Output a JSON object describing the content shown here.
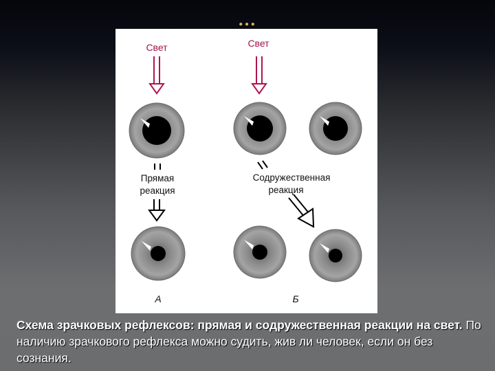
{
  "slide": {
    "title": "…"
  },
  "diagram": {
    "light_label_a": "Свет",
    "light_label_b": "Свет",
    "direct_reaction_line1": "Прямая",
    "direct_reaction_line2": "реакция",
    "consensual_reaction_line1": "Содружественная",
    "consensual_reaction_line2": "реакция",
    "panel_a_label": "А",
    "panel_b_label": "Б",
    "colors": {
      "arrow": "#c2185b",
      "iris": "#8e8e8e",
      "pupil": "#000000"
    }
  },
  "caption": {
    "bold": "Схема зрачковых рефлексов: прямая и содружественная реакции на свет.",
    "text": " По наличию зрачкового рефлекса можно судить, жив ли человек, если он без сознания."
  }
}
